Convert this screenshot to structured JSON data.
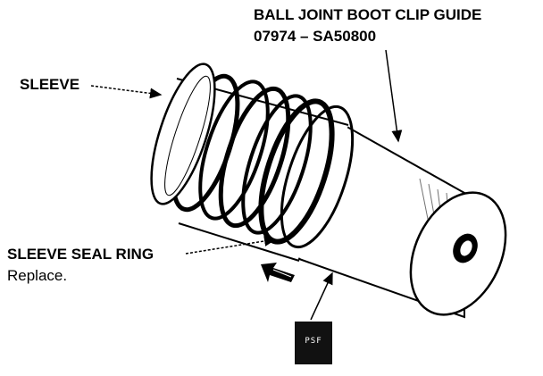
{
  "labels": {
    "tool_name": "BALL JOINT BOOT CLIP GUIDE",
    "tool_number": "07974 – SA50800",
    "sleeve": "SLEEVE",
    "seal_ring": "SLEEVE SEAL RING",
    "seal_ring_note": "Replace."
  },
  "lubricant_symbol": {
    "text": "PSF",
    "icon": "lubricant-can-icon"
  },
  "colors": {
    "ink": "#000000",
    "paper": "#ffffff"
  }
}
